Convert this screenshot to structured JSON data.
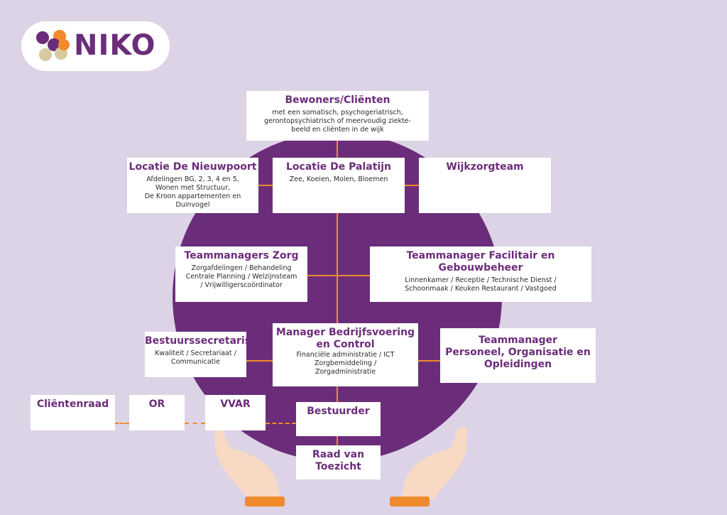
{
  "logo": {
    "text": "NIKO",
    "colors": {
      "purple": "#6b2d7a",
      "orange": "#f08a2c",
      "beige": "#d9c9a0"
    }
  },
  "colors": {
    "background": "#ddd3e6",
    "circle": "#6b2d7a",
    "accent": "#f08a2c",
    "title": "#6b2d7a"
  },
  "nodes": {
    "bewoners": {
      "title": "Bewoners/Cliënten",
      "desc": [
        "met een somatisch, psychogeriatrisch,",
        "gerontopsychiatrisch of meervoudig ziekte-",
        "beeld en cliënten in de wijk"
      ]
    },
    "nieuwpoort": {
      "title": "Locatie De Nieuwpoort",
      "desc": [
        "Afdelingen BG, 2, 3, 4 en 5,",
        "Wonen met Structuur,",
        "De Kroon appartementen en",
        "Duinvogel"
      ]
    },
    "palatijn": {
      "title": "Locatie De Palatijn",
      "desc": [
        "Zee, Koeien, Molen, Bloemen"
      ]
    },
    "wijkzorg": {
      "title": "Wijkzorgteam"
    },
    "tm_zorg": {
      "title": "Teammanagers Zorg",
      "desc": [
        "Zorgafdelingen / Behandeling",
        "Centrale Planning / Welzijnsteam",
        "/ Vrijwilligerscoördinator"
      ]
    },
    "tm_facilitair": {
      "title": "Teammanager Facilitair en Gebouwbeheer",
      "desc": [
        "Linnenkamer / Receptie / Technische Dienst /",
        "Schoonmaak / Keuken  Restaurant / Vastgoed"
      ]
    },
    "bestuurssecretaris": {
      "title": "Bestuurssecretaris",
      "desc": [
        "Kwaliteit / Secretariaat /",
        "Communicatie"
      ]
    },
    "manager_bv": {
      "title_lines": [
        "Manager Bedrijfsvoering",
        "en Control"
      ],
      "desc": [
        "Financiële administratie / ICT",
        "Zorgbemiddeling /",
        "Zorgadministratie"
      ]
    },
    "tm_personeel": {
      "title_lines": [
        "Teammanager",
        "Personeel, Organisatie  en",
        "Opleidingen"
      ]
    },
    "clientenraad": {
      "title": "Cliëntenraad"
    },
    "or": {
      "title": "OR"
    },
    "vvar": {
      "title": "VVAR"
    },
    "bestuurder": {
      "title": "Bestuurder"
    },
    "raad": {
      "title_lines": [
        "Raad van",
        "Toezicht"
      ]
    }
  }
}
